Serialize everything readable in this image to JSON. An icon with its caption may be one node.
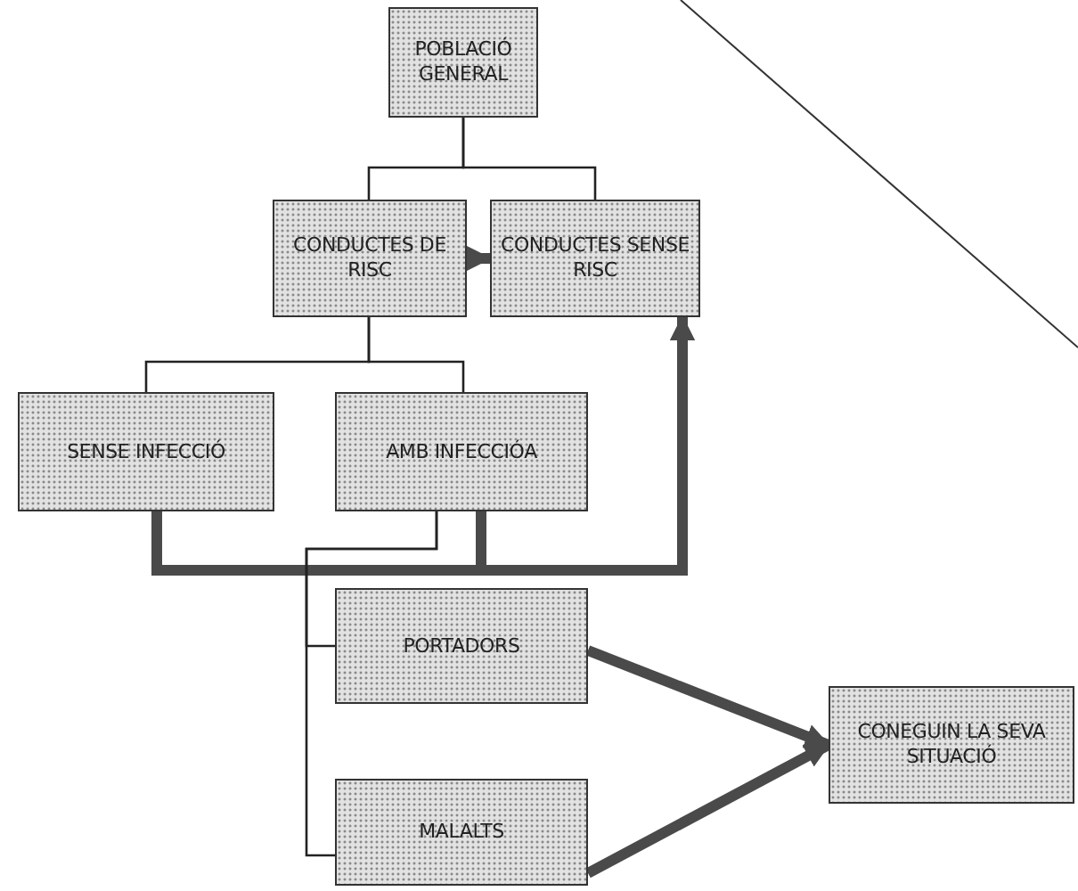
{
  "diagram": {
    "nodes": [
      {
        "text": [
          "POBLACIÓ GENERAL"
        ]
      },
      {
        "text": [
          "CONDUCTES DE RISC"
        ]
      },
      {
        "text": [
          "CONDUCTES SENSE RISC"
        ]
      },
      {
        "text": [
          "SENSE INFECCIÓ"
        ]
      },
      {
        "text": [
          "AMB INFECCIÓA"
        ]
      },
      {
        "text": [
          "PORTADORS"
        ]
      },
      {
        "text": [
          "MALALTS"
        ]
      },
      {
        "text": [
          "CONEGUIN LA SEVA SITUACIÓ"
        ]
      }
    ],
    "edges": [
      {
        "from": 0,
        "to": 1,
        "arrow": "none"
      },
      {
        "from": 0,
        "to": 2,
        "arrow": "none"
      },
      {
        "from": 1,
        "to": 2,
        "arrow": "to",
        "style": "thick"
      },
      {
        "from": 1,
        "to": 3,
        "arrow": "none"
      },
      {
        "from": 1,
        "to": 4,
        "arrow": "none"
      },
      {
        "from": 3,
        "to": 2,
        "arrow": "to",
        "style": "thick"
      },
      {
        "from": 4,
        "to": 2,
        "arrow": "to",
        "style": "thick"
      },
      {
        "from": 4,
        "to": 5,
        "arrow": "none"
      },
      {
        "from": 4,
        "to": 6,
        "arrow": "none"
      },
      {
        "from": 5,
        "to": 7,
        "arrow": "to",
        "style": "thick"
      },
      {
        "from": 6,
        "to": 7,
        "arrow": "to",
        "style": "thick"
      }
    ]
  }
}
